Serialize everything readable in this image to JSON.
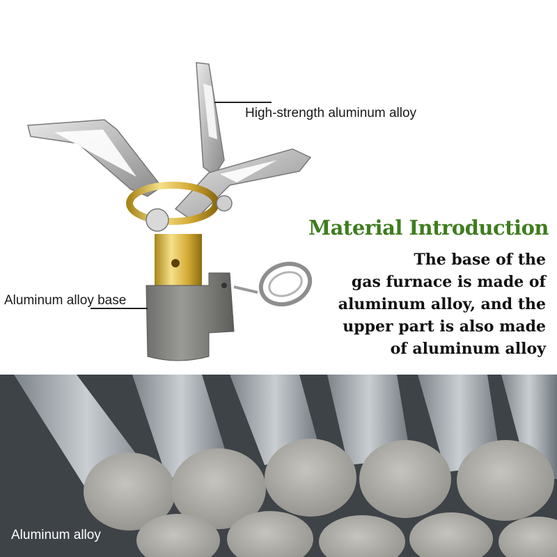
{
  "top_panel": {
    "callouts": {
      "arms_label": "High-strength aluminum alloy",
      "base_label": "Aluminum alloy base"
    },
    "heading": "Material Introduction",
    "description_lines": [
      "The base of the",
      "gas furnace is made of",
      "aluminum alloy, and the",
      "upper part is also made",
      "of aluminum alloy"
    ],
    "colors": {
      "heading": "#3f7d1f",
      "text": "#111111"
    }
  },
  "bottom_panel": {
    "caption": "Aluminum alloy"
  }
}
